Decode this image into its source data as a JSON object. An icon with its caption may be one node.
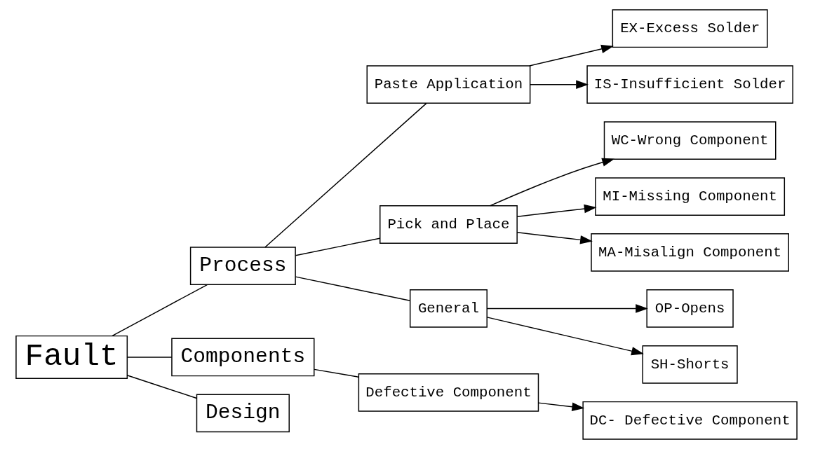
{
  "diagram": {
    "nodes": [
      {
        "text": [
          "Fault"
        ]
      },
      {
        "text": [
          "Process"
        ]
      },
      {
        "text": [
          "Paste Application"
        ]
      },
      {
        "text": [
          "EX-Excess Solder"
        ]
      },
      {
        "text": [
          "IS-Insufficient Solder"
        ]
      },
      {
        "text": [
          "Pick and Place"
        ]
      },
      {
        "text": [
          "WC-Wrong Component"
        ]
      },
      {
        "text": [
          "MI-Missing Component"
        ]
      },
      {
        "text": [
          "MA-Misalign Component"
        ]
      },
      {
        "text": [
          "General"
        ]
      },
      {
        "text": [
          "OP-Opens"
        ]
      },
      {
        "text": [
          "SH-Shorts"
        ]
      },
      {
        "text": [
          "Components"
        ]
      },
      {
        "text": [
          "Defective Component"
        ]
      },
      {
        "text": [
          "DC- Defective Component"
        ]
      },
      {
        "text": [
          "Design"
        ]
      }
    ],
    "edges": [
      {
        "from": 0,
        "to": 1,
        "arrow": "none"
      },
      {
        "from": 0,
        "to": 12,
        "arrow": "none"
      },
      {
        "from": 0,
        "to": 15,
        "arrow": "none"
      },
      {
        "from": 1,
        "to": 2,
        "arrow": "none"
      },
      {
        "from": 1,
        "to": 5,
        "arrow": "none"
      },
      {
        "from": 1,
        "to": 9,
        "arrow": "none"
      },
      {
        "from": 2,
        "to": 3,
        "arrow": "to"
      },
      {
        "from": 2,
        "to": 4,
        "arrow": "to"
      },
      {
        "from": 5,
        "to": 6,
        "arrow": "to"
      },
      {
        "from": 5,
        "to": 7,
        "arrow": "to"
      },
      {
        "from": 5,
        "to": 8,
        "arrow": "to"
      },
      {
        "from": 9,
        "to": 10,
        "arrow": "to"
      },
      {
        "from": 9,
        "to": 11,
        "arrow": "to"
      },
      {
        "from": 12,
        "to": 13,
        "arrow": "none"
      },
      {
        "from": 13,
        "to": 14,
        "arrow": "to"
      }
    ]
  }
}
